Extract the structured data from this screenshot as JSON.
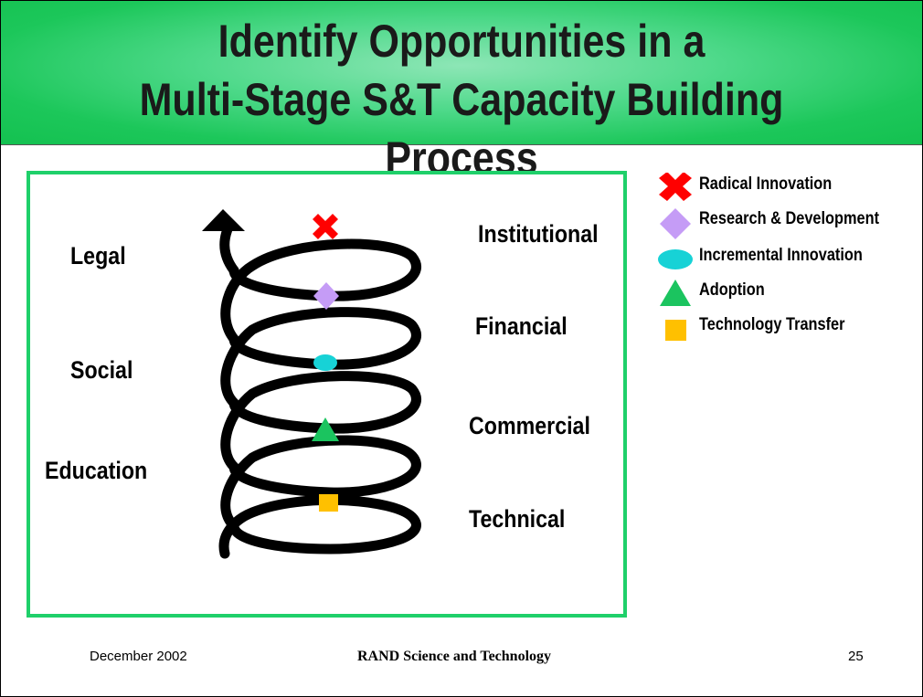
{
  "title_line1": "Identify Opportunities in a",
  "title_line2": "Multi-Stage S&T Capacity Building Process",
  "left_labels": {
    "legal": "Legal",
    "social": "Social",
    "education": "Education"
  },
  "right_labels": {
    "institutional": "Institutional",
    "financial": "Financial",
    "commercial": "Commercial",
    "technical": "Technical"
  },
  "legend": [
    {
      "label": "Radical Innovation",
      "shape": "red-x-icon",
      "color": "#ff0000"
    },
    {
      "label": "Research & Development",
      "shape": "purple-diamond-icon",
      "color": "#c59cf6"
    },
    {
      "label": "Incremental Innovation",
      "shape": "cyan-ellipse-icon",
      "color": "#17d2d6"
    },
    {
      "label": "Adoption",
      "shape": "green-triangle-icon",
      "color": "#1bc45f"
    },
    {
      "label": "Technology Transfer",
      "shape": "yellow-square-icon",
      "color": "#ffc000"
    }
  ],
  "footer": {
    "date": "December 2002",
    "org": "RAND Science and Technology",
    "page": "25"
  },
  "colors": {
    "frame": "#1fd06a",
    "title_band": "#1cc75a"
  }
}
